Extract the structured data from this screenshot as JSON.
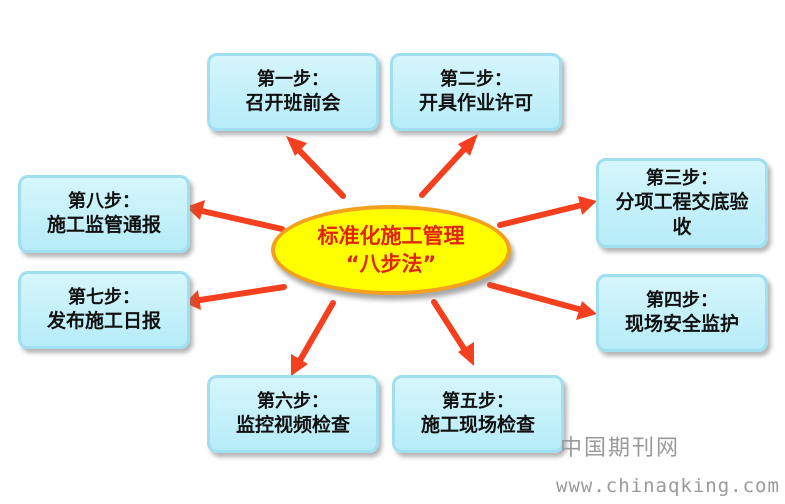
{
  "center": {
    "line1": "标准化施工管理",
    "line2": "“八步法”"
  },
  "steps": {
    "s1": {
      "step": "第一步：",
      "text": "召开班前会"
    },
    "s2": {
      "step": "第二步：",
      "text": "开具作业许可"
    },
    "s3": {
      "step": "第三步：",
      "text": "分项工程交底验收"
    },
    "s4": {
      "step": "第四步：",
      "text": "现场安全监护"
    },
    "s5": {
      "step": "第五步：",
      "text": "施工现场检查"
    },
    "s6": {
      "step": "第六步：",
      "text": "监控视频检查"
    },
    "s7": {
      "step": "第七步：",
      "text": "发布施工日报"
    },
    "s8": {
      "step": "第八步：",
      "text": "施工监管通报"
    }
  },
  "colors": {
    "center_fill": "#ffff00",
    "center_border": "#f2a01e",
    "center_text": "#e0240f",
    "arrow": "#f5401f",
    "box_fill": "#c5f1fa",
    "box_border": "#9fdff0"
  },
  "watermark": {
    "cn": "中国期刊网",
    "url": "www.chinaqking.com"
  }
}
